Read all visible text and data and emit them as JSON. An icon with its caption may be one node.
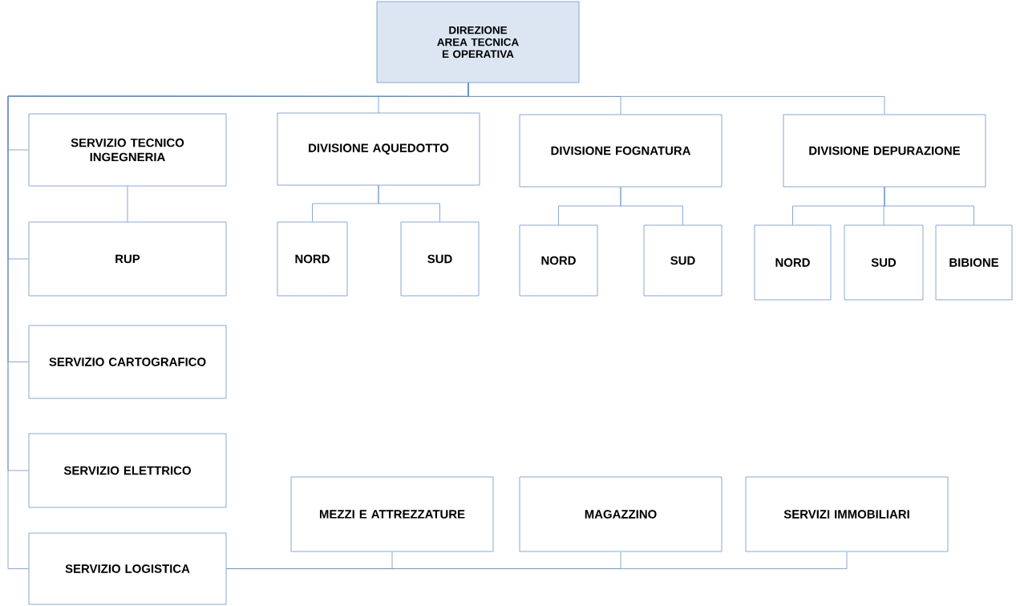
{
  "diagram": {
    "nodes": [
      {
        "text": [
          "DIREZIONE AREA TECNICA E OPERATIVA"
        ]
      },
      {
        "text": [
          "SERVIZIO TECNICO INGEGNERIA"
        ]
      },
      {
        "text": [
          "RUP"
        ]
      },
      {
        "text": [
          "SERVIZIO CARTOGRAFICO"
        ]
      },
      {
        "text": [
          "SERVIZIO ELETTRICO"
        ]
      },
      {
        "text": [
          "SERVIZIO LOGISTICA"
        ]
      },
      {
        "text": [
          "DIVISIONE AQUEDOTTO"
        ]
      },
      {
        "text": [
          "NORD"
        ]
      },
      {
        "text": [
          "SUD"
        ]
      },
      {
        "text": [
          "DIVISIONE FOGNATURA"
        ]
      },
      {
        "text": [
          "NORD"
        ]
      },
      {
        "text": [
          "SUD"
        ]
      },
      {
        "text": [
          "DIVISIONE DEPURAZIONE"
        ]
      },
      {
        "text": [
          "NORD"
        ]
      },
      {
        "text": [
          "SUD"
        ]
      },
      {
        "text": [
          "BIBIONE"
        ]
      },
      {
        "text": [
          "MEZZI E ATTREZZATURE"
        ]
      },
      {
        "text": [
          "MAGAZZINO"
        ]
      },
      {
        "text": [
          "SERVIZI IMMOBILIARI"
        ]
      }
    ],
    "edges": [
      {
        "from": 0,
        "to": 1,
        "arrow": "none"
      },
      {
        "from": 0,
        "to": 2,
        "arrow": "none"
      },
      {
        "from": 0,
        "to": 3,
        "arrow": "none"
      },
      {
        "from": 0,
        "to": 4,
        "arrow": "none"
      },
      {
        "from": 0,
        "to": 5,
        "arrow": "none"
      },
      {
        "from": 0,
        "to": 6,
        "arrow": "none"
      },
      {
        "from": 0,
        "to": 9,
        "arrow": "none"
      },
      {
        "from": 0,
        "to": 12,
        "arrow": "none"
      },
      {
        "from": 1,
        "to": 2,
        "arrow": "none"
      },
      {
        "from": 6,
        "to": 7,
        "arrow": "none"
      },
      {
        "from": 6,
        "to": 8,
        "arrow": "none"
      },
      {
        "from": 9,
        "to": 10,
        "arrow": "none"
      },
      {
        "from": 9,
        "to": 11,
        "arrow": "none"
      },
      {
        "from": 12,
        "to": 13,
        "arrow": "none"
      },
      {
        "from": 12,
        "to": 14,
        "arrow": "none"
      },
      {
        "from": 12,
        "to": 15,
        "arrow": "none"
      },
      {
        "from": 5,
        "to": 16,
        "arrow": "none"
      },
      {
        "from": 5,
        "to": 17,
        "arrow": "none"
      },
      {
        "from": 5,
        "to": 18,
        "arrow": "none"
      }
    ]
  }
}
